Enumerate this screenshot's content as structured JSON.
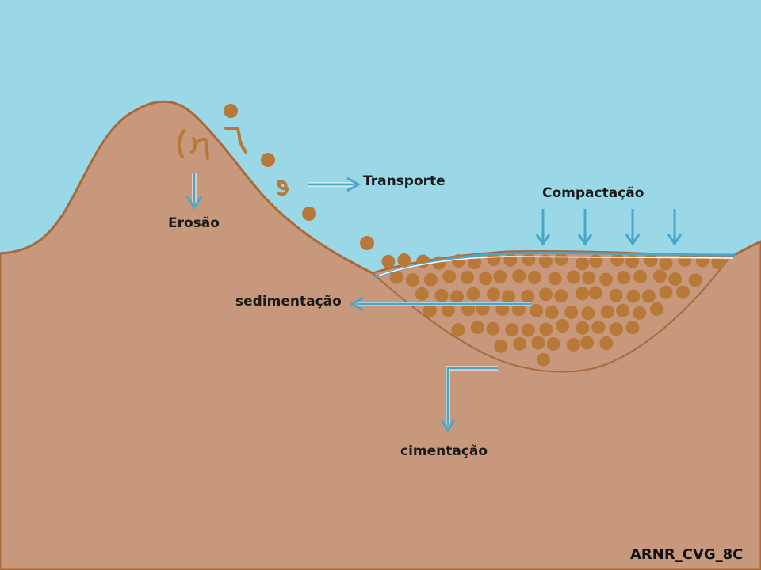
{
  "labels": {
    "erosion": "Erosão",
    "transport": "Transporte",
    "compaction": "Compactação",
    "sedimentation": "sedimentação",
    "cementation": "cimentação",
    "credit": "ARNR_CVG_8C"
  },
  "colors": {
    "sky": "#9ad8e8",
    "ground": "#c8987c",
    "ground_outline": "#a86a3a",
    "sediment_grain": "#b87838",
    "arrow": "#4aa6c8",
    "arrow_light": "#ffffff",
    "text": "#1a1a1a"
  }
}
